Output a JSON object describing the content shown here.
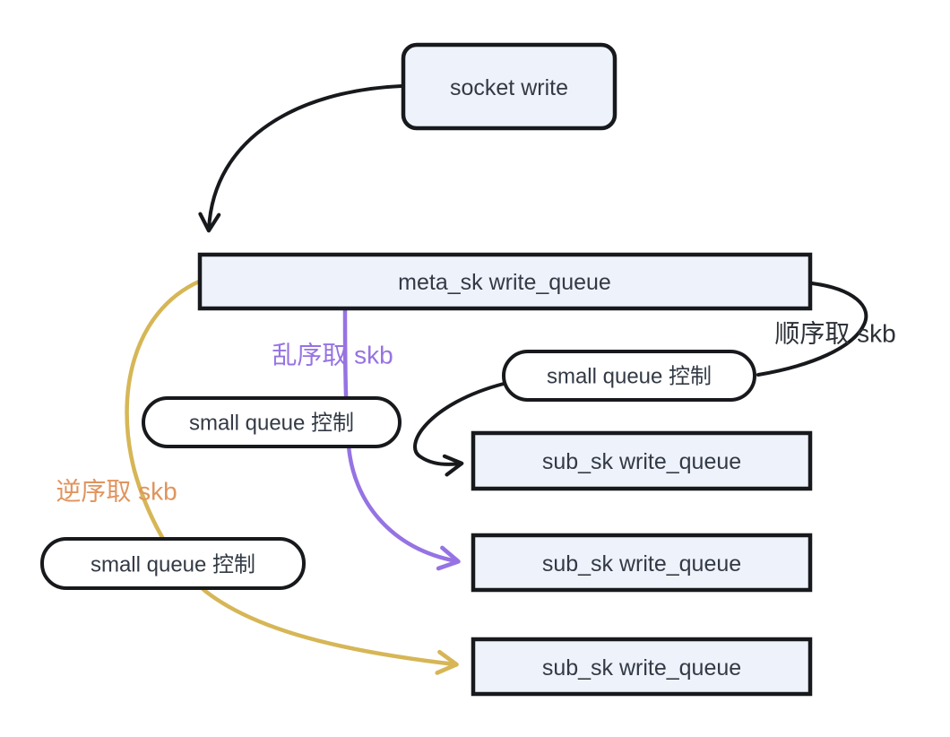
{
  "diagram": {
    "background": "#ffffff",
    "colors": {
      "node_fill": "#eef2fb",
      "node_border": "#17191c",
      "node_text": "#333a45",
      "pill_fill": "#ffffff",
      "edge_black": "#17191c",
      "edge_purple": "#9673e3",
      "edge_gold": "#d6b656",
      "label_black": "#2d3138",
      "label_purple": "#9673e3",
      "label_orange": "#e0945e"
    },
    "nodes": {
      "socket_write": {
        "label": "socket write"
      },
      "meta_queue": {
        "label": "meta_sk write_queue"
      },
      "small_queue_right": {
        "label": "small queue 控制"
      },
      "small_queue_middle": {
        "label": "small queue 控制"
      },
      "small_queue_left": {
        "label": "small queue 控制"
      },
      "sub_queue_1": {
        "label": "sub_sk write_queue"
      },
      "sub_queue_2": {
        "label": "sub_sk write_queue"
      },
      "sub_queue_3": {
        "label": "sub_sk write_queue"
      }
    },
    "edge_labels": {
      "in_order": {
        "text": "顺序取 skb"
      },
      "out_of_order": {
        "text": "乱序取 skb"
      },
      "reverse_order": {
        "text": "逆序取 skb"
      }
    }
  }
}
